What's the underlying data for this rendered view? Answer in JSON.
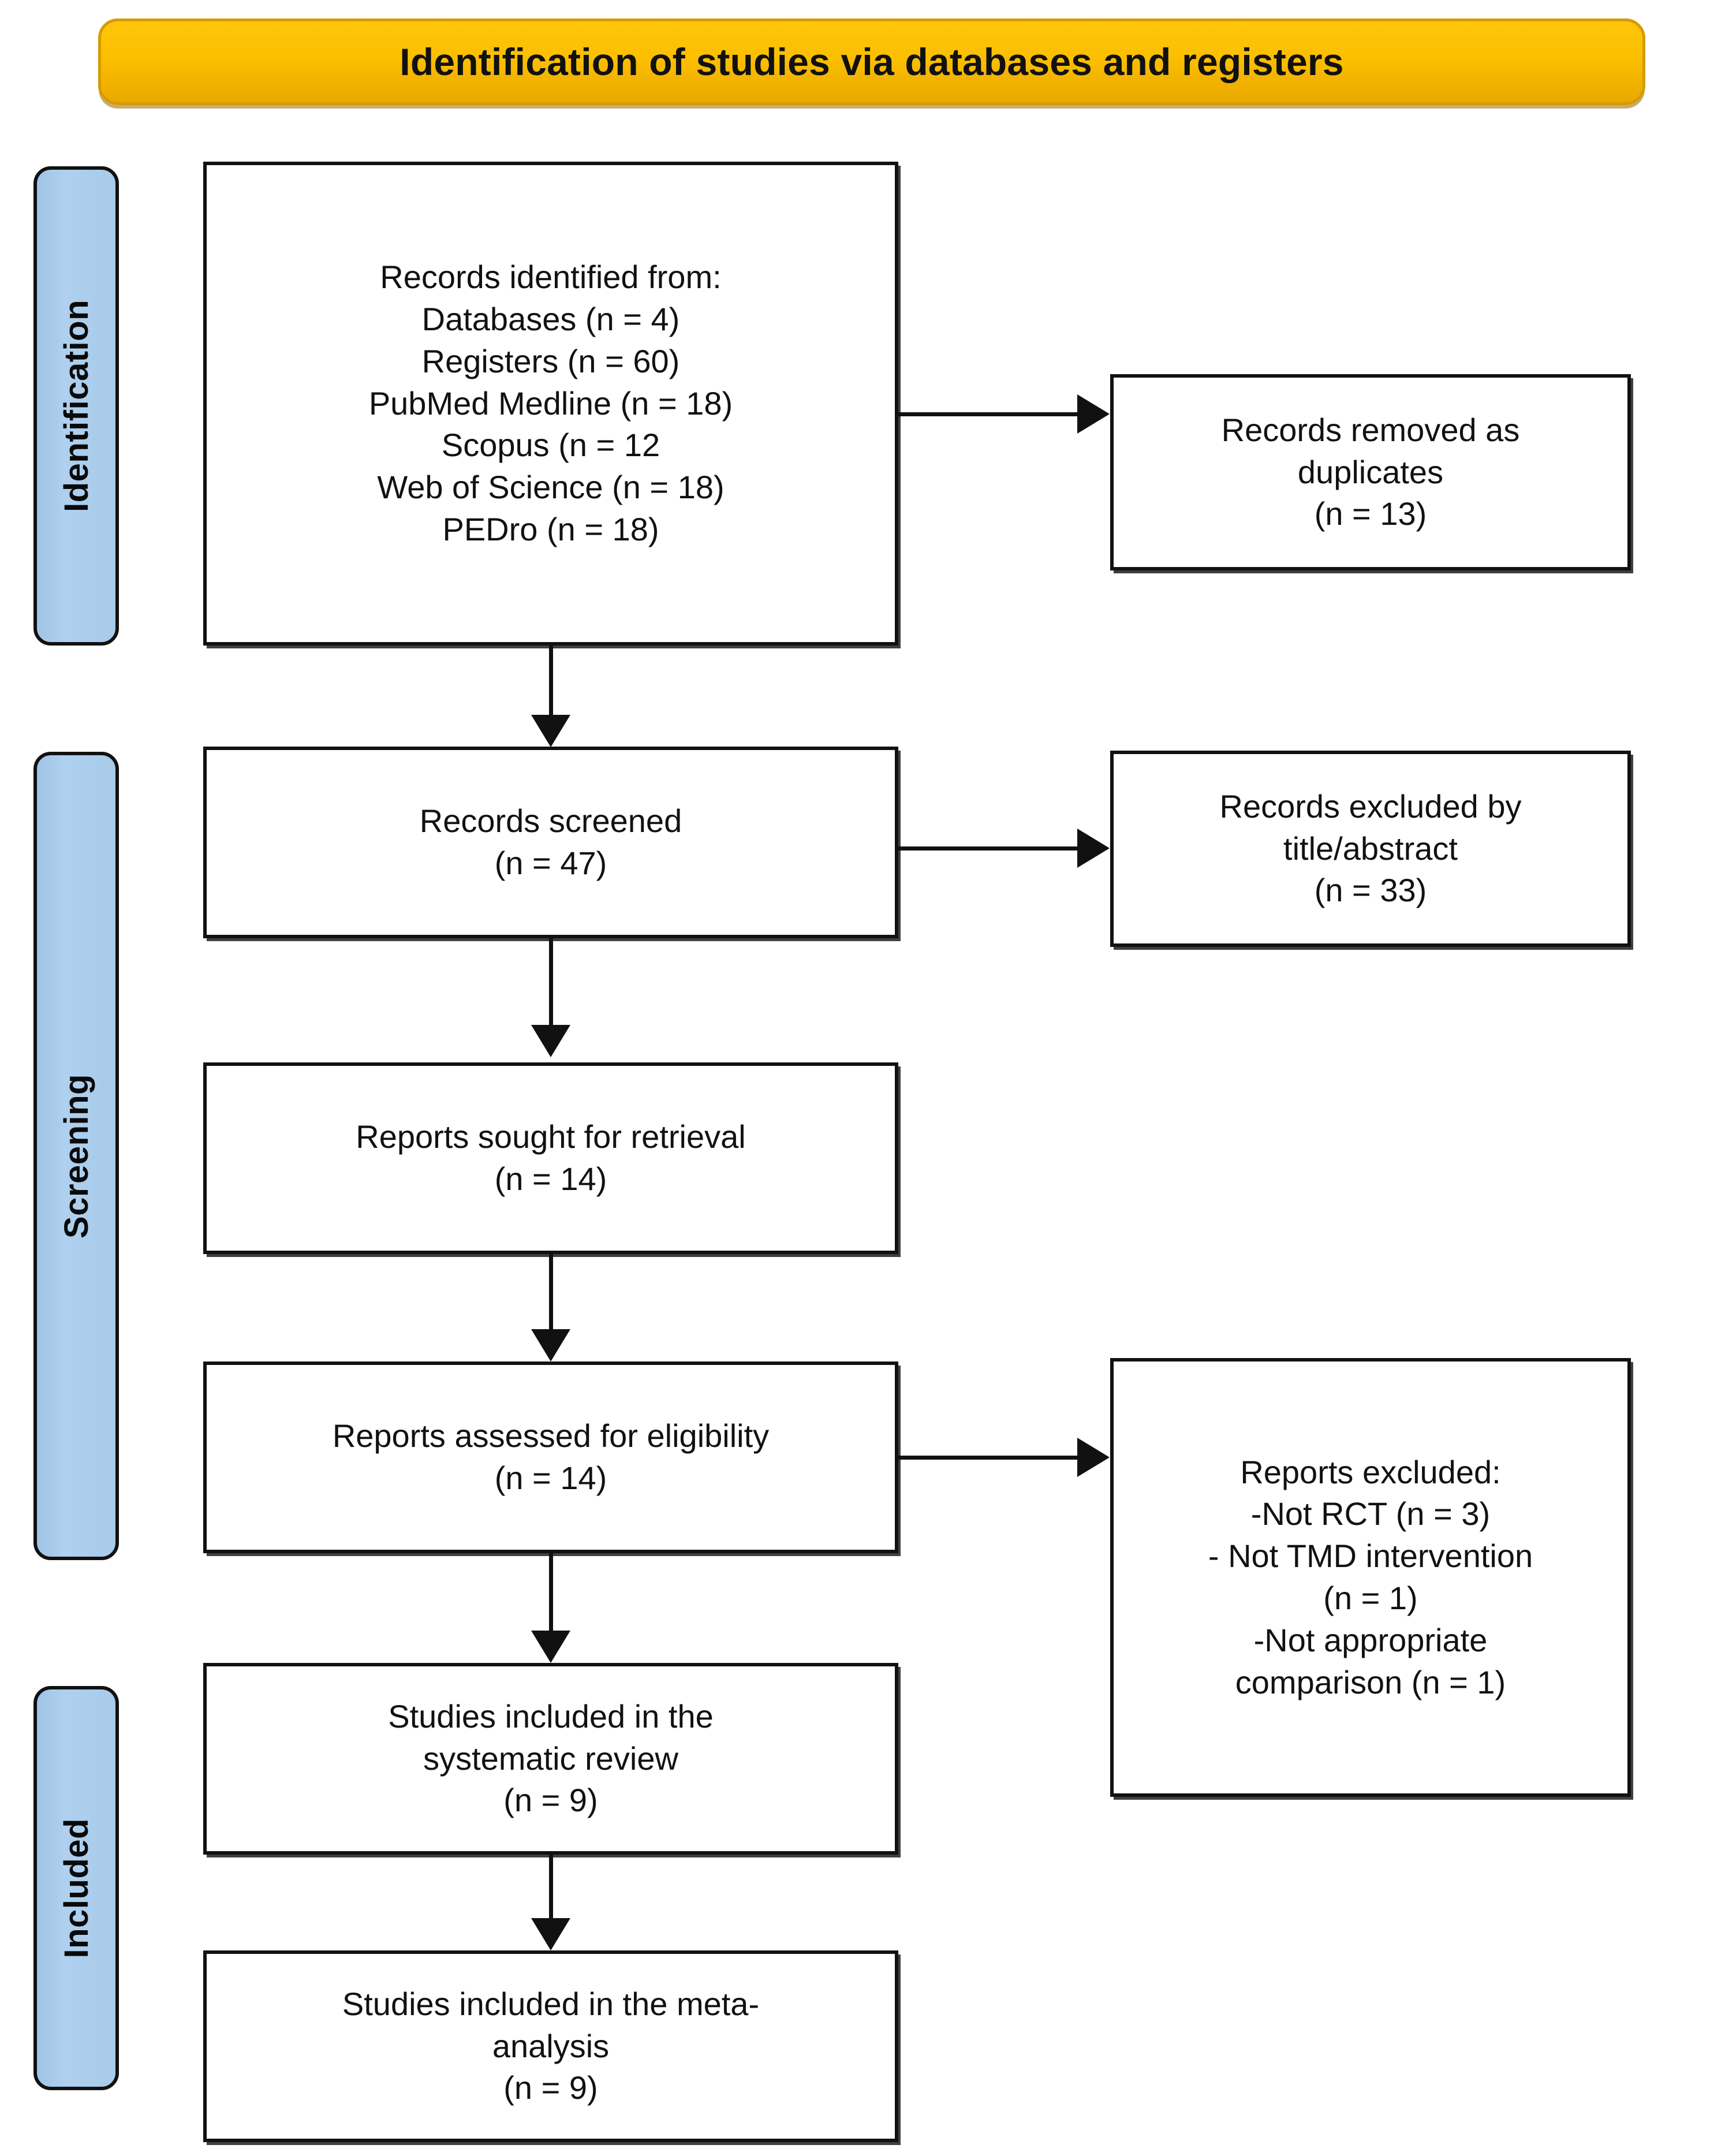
{
  "banner": {
    "title": "Identification of studies via databases and registers"
  },
  "colors": {
    "banner_fill": "#FBBF00",
    "banner_border": "#D79B00",
    "rail_fill": "#A8CBEA",
    "box_border": "#111111",
    "box_fill": "#FFFFFF",
    "text": "#111111"
  },
  "rails": [
    {
      "id": "identification",
      "label": "Identification"
    },
    {
      "id": "screening",
      "label": "Screening"
    },
    {
      "id": "included",
      "label": "Included"
    }
  ],
  "boxes": {
    "identified": {
      "text": "Records identified from:\nDatabases (n = 4)\nRegisters (n = 60)\nPubMed Medline (n = 18)\nScopus (n = 12\nWeb of Science (n = 18)\nPEDro (n = 18)",
      "lines": [
        "Records identified from:",
        "Databases (n = 4)",
        "Registers (n = 60)",
        "PubMed Medline (n = 18)",
        "Scopus (n = 12",
        "Web of Science (n = 18)",
        "PEDro (n = 18)"
      ],
      "counts": {
        "databases": 4,
        "registers": 60,
        "pubmed_medline": 18,
        "scopus": 12,
        "web_of_science": 18,
        "pedro": 18
      }
    },
    "duplicates": {
      "text": "Records removed as\nduplicates\n(n = 13)",
      "lines": [
        "Records removed as",
        "duplicates",
        "(n = 13)"
      ],
      "count": 13
    },
    "screened": {
      "text": "Records screened\n(n = 47)",
      "lines": [
        "Records screened",
        "(n = 47)"
      ],
      "count": 47
    },
    "excluded_title_abstract": {
      "text": "Records excluded by\ntitle/abstract\n(n = 33)",
      "lines": [
        "Records excluded by",
        "title/abstract",
        "(n = 33)"
      ],
      "count": 33
    },
    "sought": {
      "text": "Reports sought for retrieval\n(n = 14)",
      "lines": [
        "Reports sought for retrieval",
        "(n = 14)"
      ],
      "count": 14
    },
    "assessed": {
      "text": "Reports assessed for eligibility\n(n = 14)",
      "lines": [
        "Reports assessed for eligibility",
        "(n = 14)"
      ],
      "count": 14
    },
    "reports_excluded": {
      "text": "Reports excluded:\n-Not RCT (n = 3)\n- Not TMD intervention\n(n = 1)\n-Not appropriate\ncomparison (n = 1)",
      "lines": [
        "Reports excluded:",
        "-Not RCT (n = 3)",
        "- Not TMD intervention",
        "(n = 1)",
        "-Not appropriate",
        "comparison (n = 1)"
      ],
      "reasons": [
        {
          "label": "Not RCT",
          "count": 3
        },
        {
          "label": "Not TMD intervention",
          "count": 1
        },
        {
          "label": "Not appropriate comparison",
          "count": 1
        }
      ]
    },
    "systematic_review": {
      "text": "Studies included in the\nsystematic review\n(n = 9)",
      "lines": [
        "Studies included in the",
        "systematic review",
        "(n = 9)"
      ],
      "count": 9
    },
    "meta_analysis": {
      "text": "Studies included in the meta-\nanalysis\n(n = 9)",
      "lines": [
        "Studies included in the meta-",
        "analysis",
        "(n = 9)"
      ],
      "count": 9
    }
  }
}
